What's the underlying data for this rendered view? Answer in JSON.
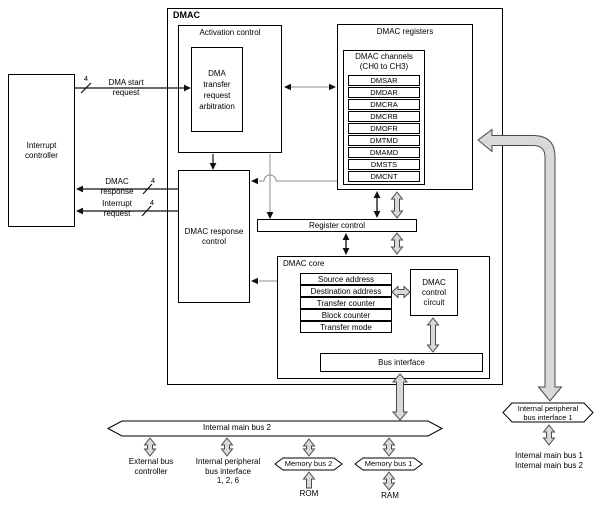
{
  "colors": {
    "line": "#111111",
    "thin_line": "#8c8c8c",
    "hollow_arrow_fill": "#d9d9d9",
    "hollow_arrow_stroke": "#4a4a4a",
    "box_border": "#000000",
    "background": "#ffffff"
  },
  "dmac": {
    "title": "DMAC",
    "activation_control": {
      "label": "Activation control",
      "arbitration": "DMA\ntransfer\nrequest\narbitration"
    },
    "registers": {
      "label": "DMAC registers",
      "channels_label": "DMAC channels\n(CH0 to CH3)",
      "cells": [
        "DMSAR",
        "DMDAR",
        "DMCRA",
        "DMCRB",
        "DMOFR",
        "DMTMD",
        "DMAMD",
        "DMSTS",
        "DMCNT"
      ]
    },
    "response_control": "DMAC response\ncontrol",
    "register_control": "Register control",
    "core": {
      "label": "DMAC core",
      "cells": [
        "Source address",
        "Destination address",
        "Transfer counter",
        "Block counter",
        "Transfer mode"
      ],
      "control_circuit": "DMAC\ncontrol\ncircuit",
      "bus_interface": "Bus interface"
    }
  },
  "left": {
    "interrupt_controller": "Interrupt\ncontroller",
    "signals": [
      {
        "label": "DMA start\nrequest",
        "bus_width": "4"
      },
      {
        "label": "DMAC\nresponse",
        "bus_width": "4"
      },
      {
        "label": "Interrupt\nrequest",
        "bus_width": "4"
      }
    ]
  },
  "bottom": {
    "internal_main_bus_2": "Internal main bus 2",
    "external_bus_controller": "External bus\ncontroller",
    "internal_peripheral_bus_126": "Internal peripheral\nbus interface\n1, 2, 6",
    "memory_bus_2": "Memory bus 2",
    "rom": "ROM",
    "memory_bus_1": "Memory bus 1",
    "ram": "RAM"
  },
  "right": {
    "internal_peripheral_bus_1": "Internal peripheral\nbus interface 1",
    "connected_buses": "Internal main bus 1\nInternal main bus 2"
  }
}
